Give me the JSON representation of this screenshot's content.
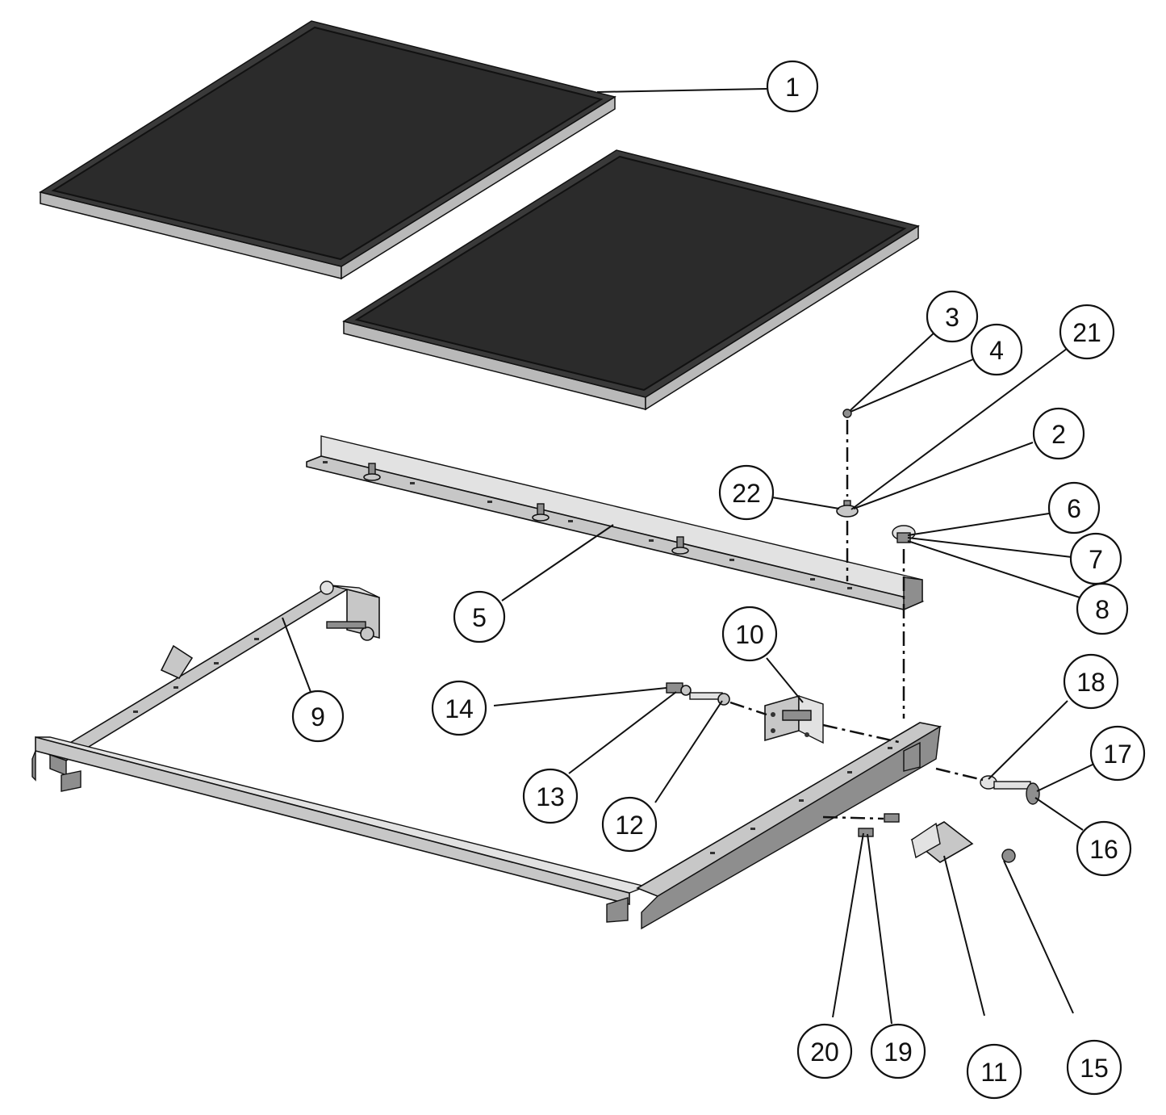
{
  "callouts": [
    {
      "id": "1",
      "label": "1"
    },
    {
      "id": "2",
      "label": "2"
    },
    {
      "id": "3",
      "label": "3"
    },
    {
      "id": "4",
      "label": "4"
    },
    {
      "id": "5",
      "label": "5"
    },
    {
      "id": "6",
      "label": "6"
    },
    {
      "id": "7",
      "label": "7"
    },
    {
      "id": "8",
      "label": "8"
    },
    {
      "id": "9",
      "label": "9"
    },
    {
      "id": "10",
      "label": "10"
    },
    {
      "id": "11",
      "label": "11"
    },
    {
      "id": "12",
      "label": "12"
    },
    {
      "id": "13",
      "label": "13"
    },
    {
      "id": "14",
      "label": "14"
    },
    {
      "id": "15",
      "label": "15"
    },
    {
      "id": "16",
      "label": "16"
    },
    {
      "id": "17",
      "label": "17"
    },
    {
      "id": "18",
      "label": "18"
    },
    {
      "id": "19",
      "label": "19"
    },
    {
      "id": "20",
      "label": "20"
    },
    {
      "id": "21",
      "label": "21"
    },
    {
      "id": "22",
      "label": "22"
    }
  ],
  "colors": {
    "panel": "#2b2b2b",
    "metal": "#c7c7c7",
    "line": "#111111"
  }
}
